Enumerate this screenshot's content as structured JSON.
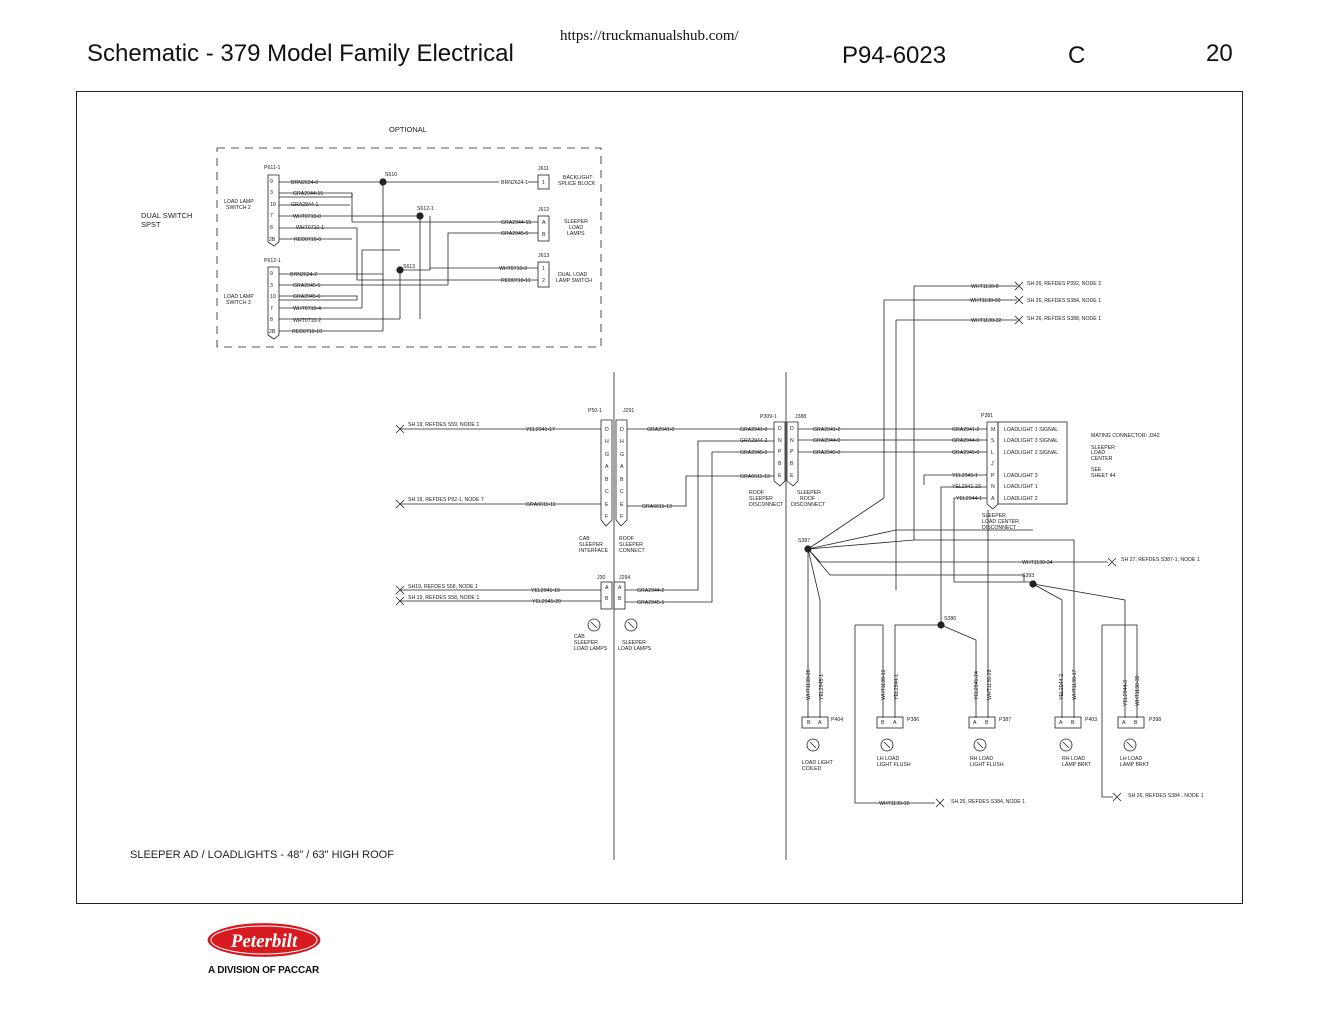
{
  "header": {
    "title": "Schematic - 379 Model Family Electrical",
    "url": "https://truckmanualshub.com/",
    "doc_number": "P94-6023",
    "revision": "C",
    "page": "20"
  },
  "optional": {
    "label": "OPTIONAL",
    "side_label_1": "DUAL  SWITCH",
    "side_label_2": "SPST",
    "p611": {
      "name": "P611-1",
      "sw_label_1": "LOAD  LAMP",
      "sw_label_2": "SWITCH  2",
      "pins": [
        "9",
        "3",
        "10",
        "7",
        "8",
        "2B"
      ],
      "wires": [
        "BRN2624-0",
        "GRA2944-15",
        "GRA2944-1",
        "WHT0710-0",
        "WHT0710-1",
        "RED0710-0"
      ]
    },
    "p612": {
      "name": "P612-1",
      "sw_label_1": "LOAD  LAMP",
      "sw_label_2": "SWITCH  3",
      "pins": [
        "9",
        "3",
        "10",
        "7",
        "8",
        "2B"
      ],
      "wires": [
        "BRN2624-2",
        "GRA2945-5",
        "GRA2945-6",
        "WHT0710-4",
        "WHT0710-2",
        "RED0710-10"
      ]
    },
    "s610": "S610",
    "s612": "S612-1",
    "s613": "S613",
    "j611": {
      "name": "J611",
      "pin": "1",
      "wire": "BRN2624-1",
      "desc_1": "BACKLIGHT",
      "desc_2": "SPLICE  BLOCK"
    },
    "j612": {
      "name": "J612",
      "pins": [
        "A",
        "B"
      ],
      "wires": [
        "GRA2944-15",
        "GRA2945-5"
      ],
      "desc_1": "SLEEPER",
      "desc_2": "LOAD",
      "desc_3": "LAMPS"
    },
    "j613": {
      "name": "J613",
      "pins": [
        "1",
        "2"
      ],
      "wires": [
        "WHT0710-3",
        "RED0710-11"
      ],
      "desc_1": "DUAL  LOAD",
      "desc_2": "LAMP  SWITCH"
    }
  },
  "refs": {
    "r_top1": "SH 26,  REFDES P392,  NODE 2",
    "r_top2": "SH 26,  REFDES S384,  NODE 1",
    "r_top3": "SH 26,  REFDES S388,  NODE 1",
    "w_top1": "WHT1130-8",
    "w_top2": "WHT1130-33",
    "w_top3": "WHT1130-32",
    "r_l1": "SH 19,  REFDES S59,  NODE 1",
    "r_l2": "SH 19,  REFDES P92-1,  NODE 7",
    "r_l3": "SH19,  REFDES S58,  NODE 1",
    "r_l4": "SH 19,  REFDES S58,  NODE 1",
    "r_r1": "SH 27,  REFDES S387-1,  NODE 1",
    "r_b1": "SH 26,  REFDES S384,  NODE 1",
    "r_b2": "SH 26,  REFDES S384 ,  NODE 1"
  },
  "p50": {
    "name": "P50-1",
    "j_name": "J291",
    "pins": [
      "D",
      "H",
      "G",
      "A",
      "B",
      "C",
      "E",
      "F"
    ],
    "pins_r": [
      "D",
      "H",
      "G",
      "A",
      "B",
      "C",
      "E",
      "F"
    ],
    "w_in1": "YEL2941-17",
    "w_in2": "GRA6611-11",
    "w_out1": "GRA2941-0",
    "w_out2": "GRA6611-13",
    "cab_1": "CAB",
    "cab_2": "SLEEPER",
    "cab_3": "INTERFACE",
    "roof_1": "ROOF",
    "roof_2": "SLEEPER",
    "roof_3": "CONNECT"
  },
  "j30": {
    "name": "J30",
    "j_name": "J294",
    "pins": [
      "A",
      "B"
    ],
    "w_in1": "YEL2941-19",
    "w_in2": "YEL2941-20",
    "w_out1": "GRA2944-2",
    "w_out2": "GRA2945-1",
    "lamp1_1": "CAB",
    "lamp1_2": "SLEEPER",
    "lamp1_3": "LOAD  LAMPS",
    "lamp2_1": "SLEEPER",
    "lamp2_2": "LOAD  LAMPS"
  },
  "p309": {
    "name": "P309-1",
    "j_name": "J388",
    "pins": [
      "D",
      "N",
      "P",
      "B",
      "E"
    ],
    "w_in": [
      "GRA2941-0",
      "GRA2944-2",
      "GRA2945-1",
      "GRA6611-13"
    ],
    "w_out": [
      "GRA2941-2",
      "GRA2944-0",
      "GRA2945-0"
    ],
    "l_1": "ROOF",
    "l_2": "SLEEPER",
    "l_3": "DISCONNECT",
    "r_1": "SLEEPER",
    "r_2": "ROOF",
    "r_3": "DISCONNECT"
  },
  "p381": {
    "name": "P381",
    "pins": [
      "M",
      "S",
      "L",
      "J",
      "P",
      "N",
      "A"
    ],
    "w_in": [
      "GRA2941-2",
      "GRA2944-0",
      "GRA2945-0",
      "",
      "YEL2945-1",
      "YEL2941-23",
      "YEL2944-1"
    ],
    "funcs": [
      "LOADLIGHT  1  SIGNAL",
      "LOADLIGHT  3  SIGNAL",
      "LOADLIGHT  2  SIGNAL",
      "",
      "LOADLIGHT  3",
      "LOADLIGHT  1",
      "LOADLIGHT  2"
    ],
    "below_1": "SLEEPER",
    "below_2": "LOAD  CENTER",
    "below_3": "DISCONNECT",
    "mate_1": "MATING  CONNECTOR:  J342",
    "mate_2": "SLEEPER",
    "mate_3": "LOAD",
    "mate_4": "CENTER",
    "mate_5": "SEE",
    "mate_6": "SHEET  44"
  },
  "splices": {
    "s387": "S387",
    "s393": "S393",
    "s386": "S386",
    "w_s387": "WHT1130-34"
  },
  "lamps": [
    {
      "conn": "P404",
      "w1": "WHT1130-28",
      "w2": "YEL2945-1",
      "d1": "LOAD  LIGHT",
      "d2": "COILED"
    },
    {
      "conn": "P386",
      "w1": "WHT1130-16",
      "w2": "YEL2944-1",
      "d1": "LH  LOAD",
      "d2": "LIGHT  FLUSH"
    },
    {
      "conn": "P387",
      "w1": "YEL2941-24",
      "w2": "WHT1130-29",
      "d1": "RH  LOAD",
      "d2": "LIGHT  FLUSH"
    },
    {
      "conn": "P403",
      "w1": "YEL2944-2",
      "w2": "WHT1130-17",
      "d1": "RH  LOAD",
      "d2": "LAMP  BRKT"
    },
    {
      "conn": "P398",
      "w1": "YEL2944-3",
      "w2": "WHT1130-30",
      "d1": "LH  LOAD",
      "d2": "LAMP  BRKT"
    }
  ],
  "w_bottom": "WHT1130-16",
  "footer": {
    "caption": "SLEEPER  AD / LOADLIGHTS - 48\" / 63\" HIGH  ROOF",
    "logo_text": "Peterbilt",
    "division": "A DIVISION OF PACCAR"
  },
  "colors": {
    "logo_red": "#d71920",
    "ink": "#222222"
  }
}
